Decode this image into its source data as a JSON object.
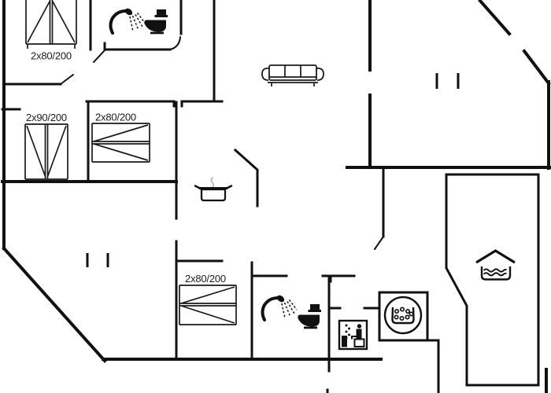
{
  "floorplan": {
    "beds": [
      {
        "id": "bed-top-left",
        "label": "2x80/200"
      },
      {
        "id": "bed-mid-left",
        "label": "2x90/200"
      },
      {
        "id": "bed-mid-center",
        "label": "2x80/200"
      },
      {
        "id": "bed-bottom",
        "label": "2x80/200"
      }
    ],
    "icons": [
      {
        "name": "shower-icon",
        "room": "bathroom-top"
      },
      {
        "name": "toilet-icon",
        "room": "bathroom-top"
      },
      {
        "name": "sofa-icon",
        "room": "living-room"
      },
      {
        "name": "cooking-pot-icon",
        "room": "kitchen"
      },
      {
        "name": "shower-icon",
        "room": "bathroom-bottom"
      },
      {
        "name": "toilet-icon",
        "room": "bathroom-bottom"
      },
      {
        "name": "sauna-icon",
        "room": "sauna"
      },
      {
        "name": "whirlpool-icon",
        "room": "wellness"
      },
      {
        "name": "pool-icon",
        "room": "pool-room"
      }
    ],
    "window_marker_count": 4,
    "colors": {
      "wall": "#111111",
      "background": "#ffffff",
      "label": "#1a1a1a",
      "steam": "#bfbfbf"
    }
  }
}
